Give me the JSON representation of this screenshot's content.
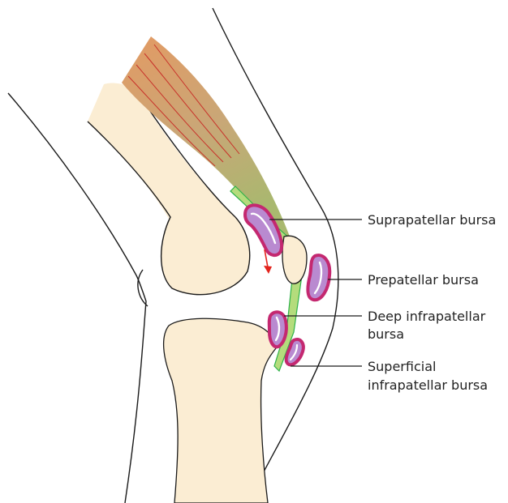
{
  "labels": {
    "suprapatellar": "Suprapatellar bursa",
    "prepatellar": "Prepatellar bursa",
    "deep_infrapatellar": [
      "Deep infrapatellar",
      "bursa"
    ],
    "superficial_infrapatellar": [
      "Superficial",
      "infrapatellar bursa"
    ]
  },
  "colors": {
    "bone": "#fbedd3",
    "muscle": "#f0a36e",
    "muscle_fibers": "#c8322a",
    "tendon": "#c7b27c",
    "ligament": "#b4dc7c",
    "ligament_edge": "#2fb24a",
    "bursa_fill": "#b98ad0",
    "bursa_edge": "#c42870",
    "arrow": "#e3231c",
    "outline": "#1a1a1a",
    "label_text": "#222222"
  },
  "icons": {
    "flow": "red-arrow-down-icon"
  }
}
